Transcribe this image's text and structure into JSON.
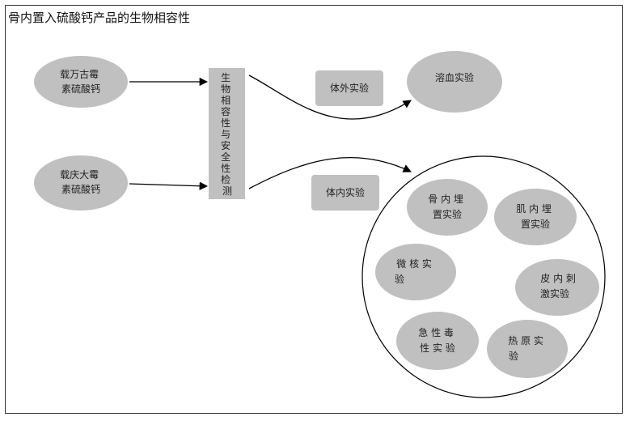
{
  "title": "骨内置入硫酸钙产品的生物相容性",
  "sources": [
    {
      "id": "src1",
      "lines": [
        "载万古霉",
        "素硫酸钙"
      ]
    },
    {
      "id": "src2",
      "lines": [
        "载庆大霉",
        "素硫酸钙"
      ]
    }
  ],
  "center": {
    "chars": [
      "生",
      "物",
      "相",
      "容",
      "性",
      "与",
      "安",
      "全",
      "性",
      "检",
      "测"
    ]
  },
  "branches": [
    {
      "id": "invitro",
      "label": "体外实验"
    },
    {
      "id": "invivo",
      "label": "体内实验"
    }
  ],
  "invitro_result": {
    "lines": [
      "溶血实验"
    ]
  },
  "invivo_tests": [
    {
      "id": "t1",
      "lines": [
        "骨 内 埋",
        "置实验"
      ]
    },
    {
      "id": "t2",
      "lines": [
        "肌 内 埋",
        "置实验"
      ]
    },
    {
      "id": "t3",
      "lines": [
        "微 核 实",
        "验"
      ]
    },
    {
      "id": "t4",
      "lines": [
        "皮 内 刺",
        "激实验"
      ]
    },
    {
      "id": "t5",
      "lines": [
        "急 性 毒",
        "性 实 验"
      ]
    },
    {
      "id": "t6",
      "lines": [
        "热 原 实",
        "验"
      ]
    }
  ],
  "colors": {
    "fill": "#c0c0c0",
    "line": "#000000"
  }
}
